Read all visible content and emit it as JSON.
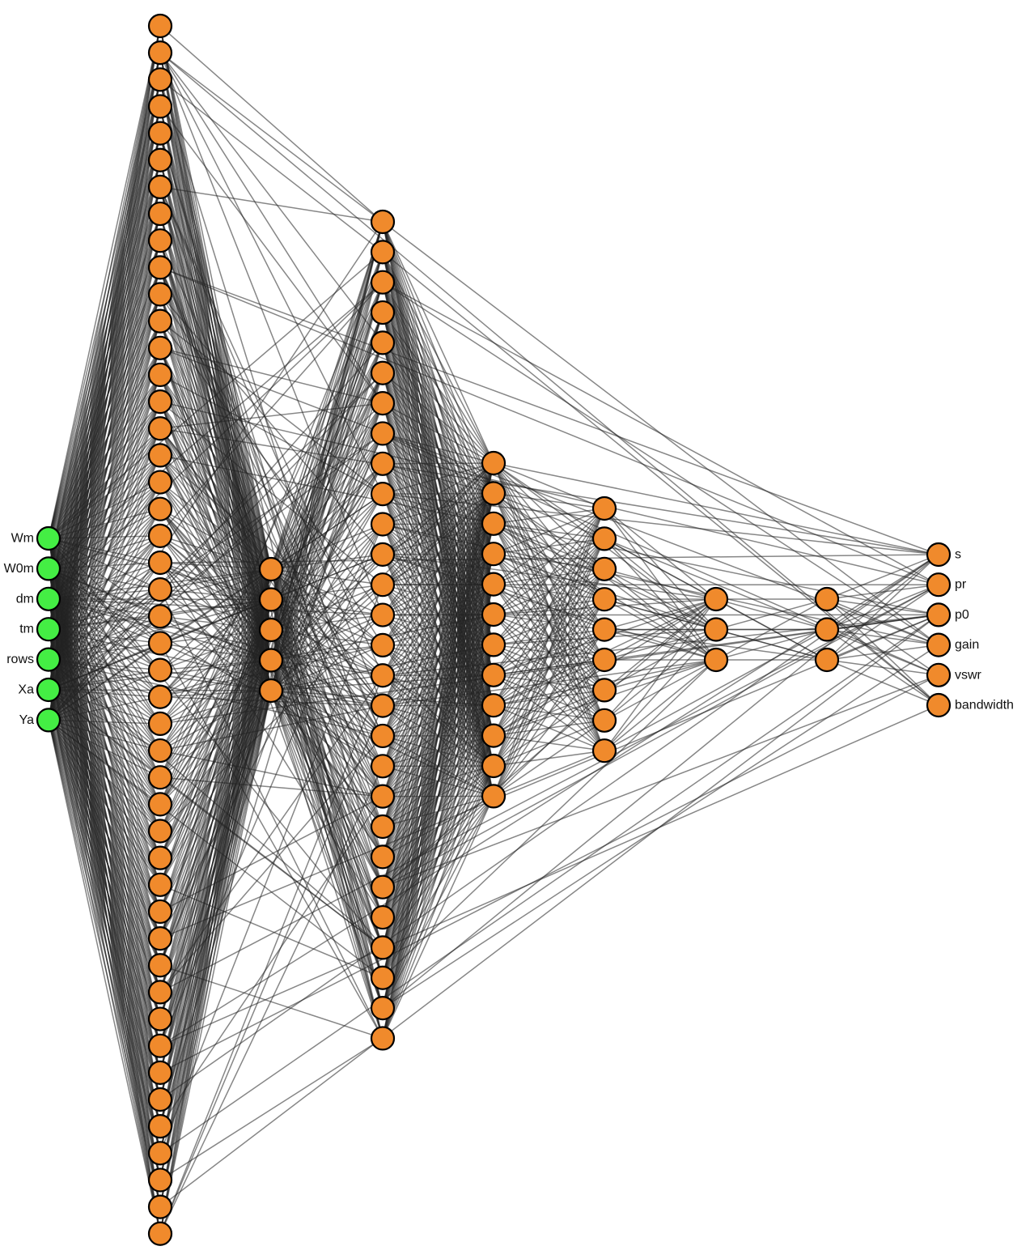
{
  "diagram": {
    "type": "neural-network",
    "colors": {
      "input_node": "#44ee44",
      "hidden_node": "#f08a2c",
      "output_node": "#f08a2c",
      "node_outline": "#000000",
      "edge": "#222222"
    },
    "layers": [
      {
        "role": "input",
        "size": 7,
        "labels": [
          "Wm",
          "W0m",
          "dm",
          "tm",
          "rows",
          "Xa",
          "Ya"
        ]
      },
      {
        "role": "hidden",
        "size": 46
      },
      {
        "role": "hidden",
        "size": 5
      },
      {
        "role": "hidden",
        "size": 28
      },
      {
        "role": "hidden",
        "size": 12
      },
      {
        "role": "hidden",
        "size": 9
      },
      {
        "role": "hidden",
        "size": 3
      },
      {
        "role": "hidden",
        "size": 3
      },
      {
        "role": "output",
        "size": 6,
        "labels": [
          "s",
          "pr",
          "p0",
          "gain",
          "vswr",
          "bandwidth"
        ]
      }
    ]
  }
}
